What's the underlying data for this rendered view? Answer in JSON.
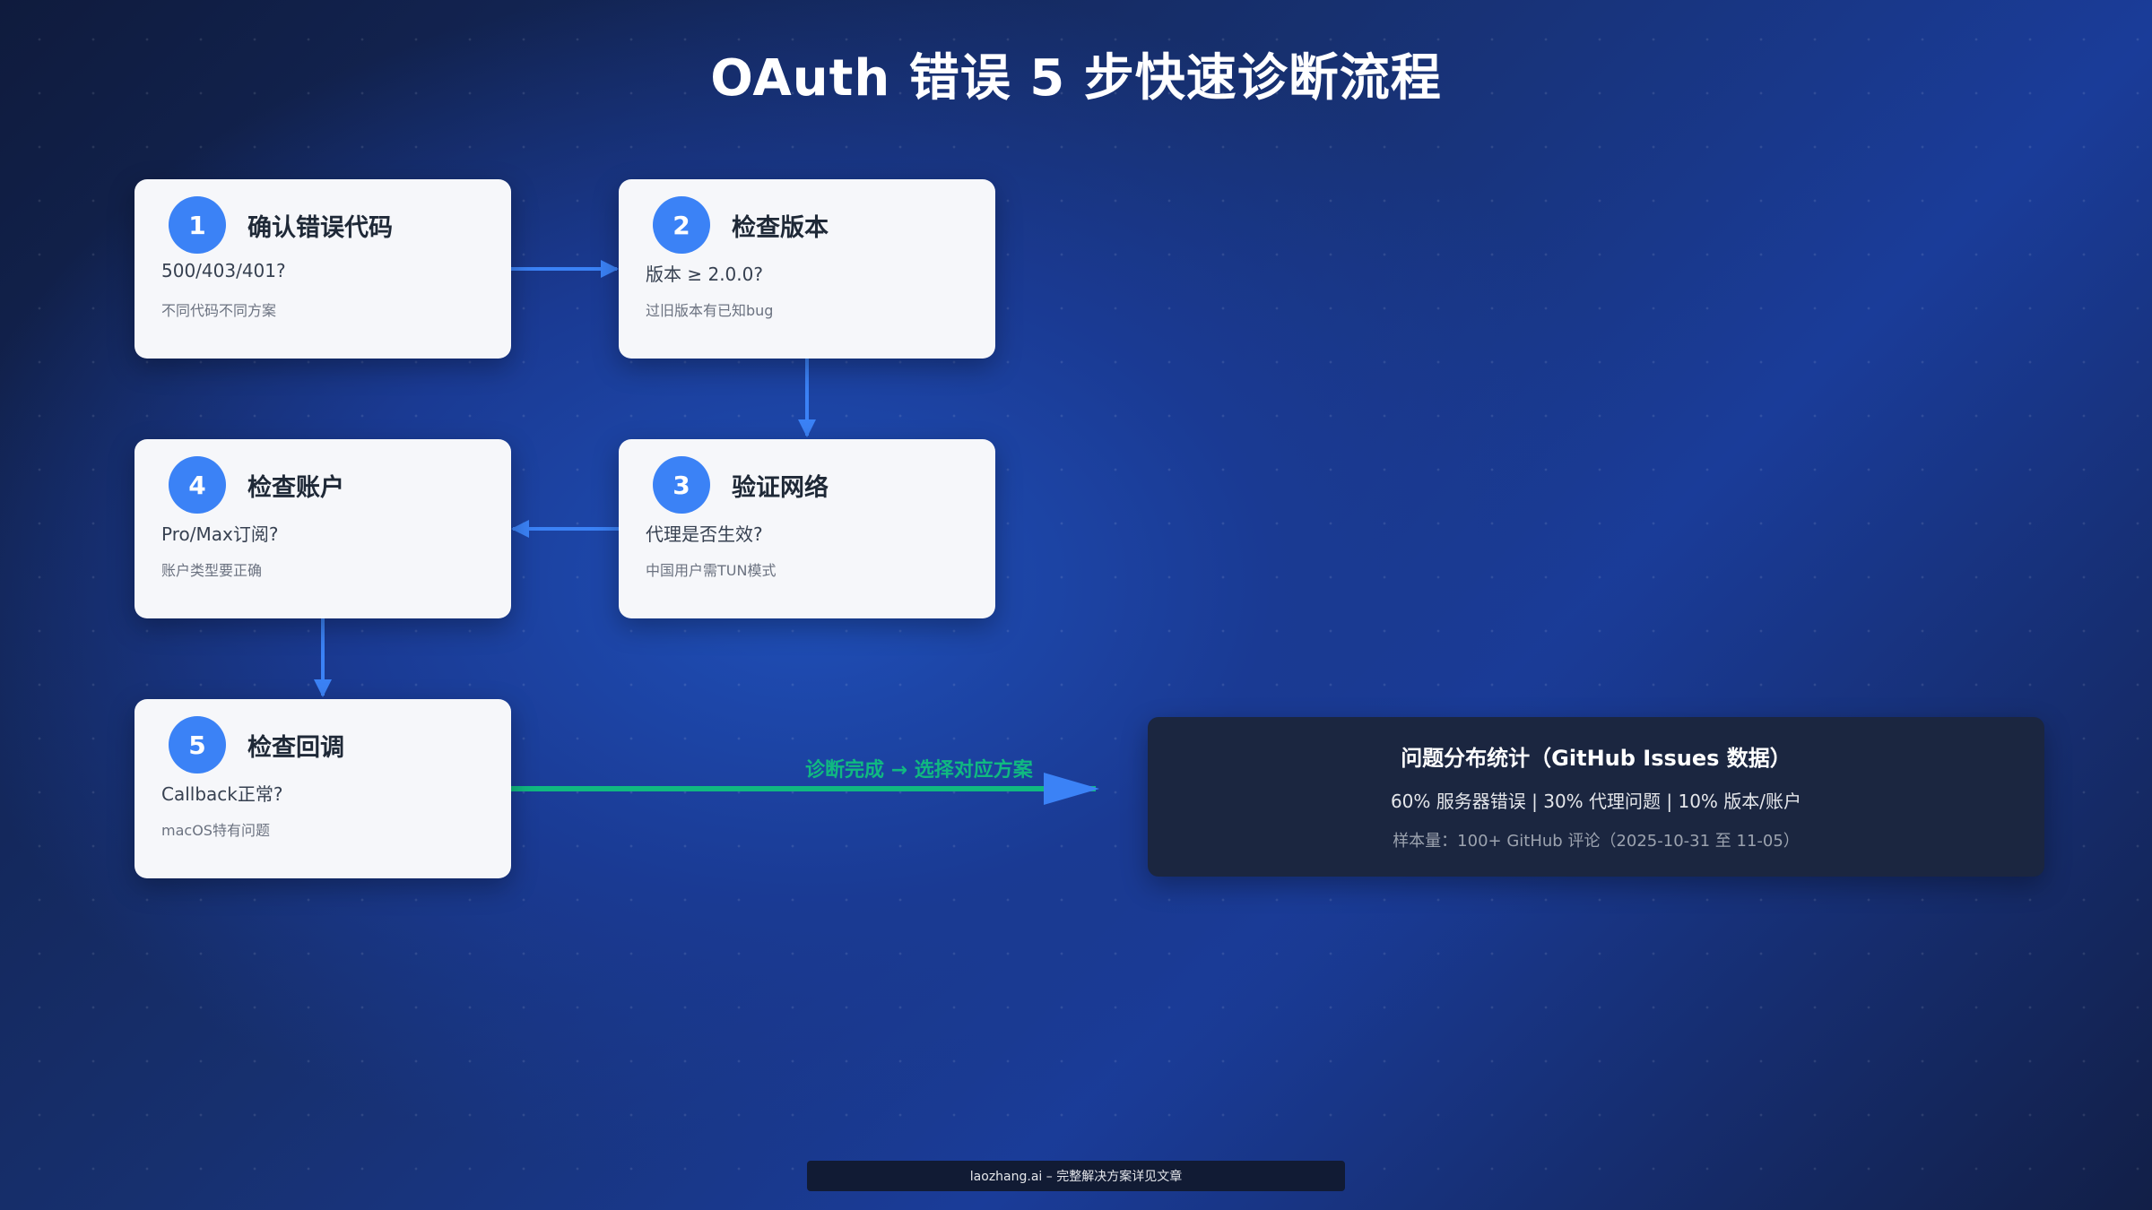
{
  "title": "OAuth 错误 5 步快速诊断流程",
  "colors": {
    "arrow": "#3b82f6",
    "success": "#10b981",
    "card_bg": "#f6f7fa",
    "badge": "#3b82f6",
    "stats_bg": "#1b2640"
  },
  "steps": [
    {
      "number": "1",
      "title": "确认错误代码",
      "question": "500/403/401?",
      "note": "不同代码不同方案"
    },
    {
      "number": "2",
      "title": "检查版本",
      "question": "版本 ≥ 2.0.0?",
      "note": "过旧版本有已知bug"
    },
    {
      "number": "3",
      "title": "验证网络",
      "question": "代理是否生效?",
      "note": "中国用户需TUN模式"
    },
    {
      "number": "4",
      "title": "检查账户",
      "question": "Pro/Max订阅?",
      "note": "账户类型要正确"
    },
    {
      "number": "5",
      "title": "检查回调",
      "question": "Callback正常?",
      "note": "macOS特有问题"
    }
  ],
  "done_label": "诊断完成 → 选择对应方案",
  "stats": {
    "title": "问题分布统计（GitHub Issues 数据）",
    "distribution": "60% 服务器错误 | 30% 代理问题 | 10% 版本/账户",
    "sample": "样本量：100+ GitHub 评论（2025-10-31 至 11-05）"
  },
  "footer": "laozhang.ai – 完整解决方案详见文章"
}
